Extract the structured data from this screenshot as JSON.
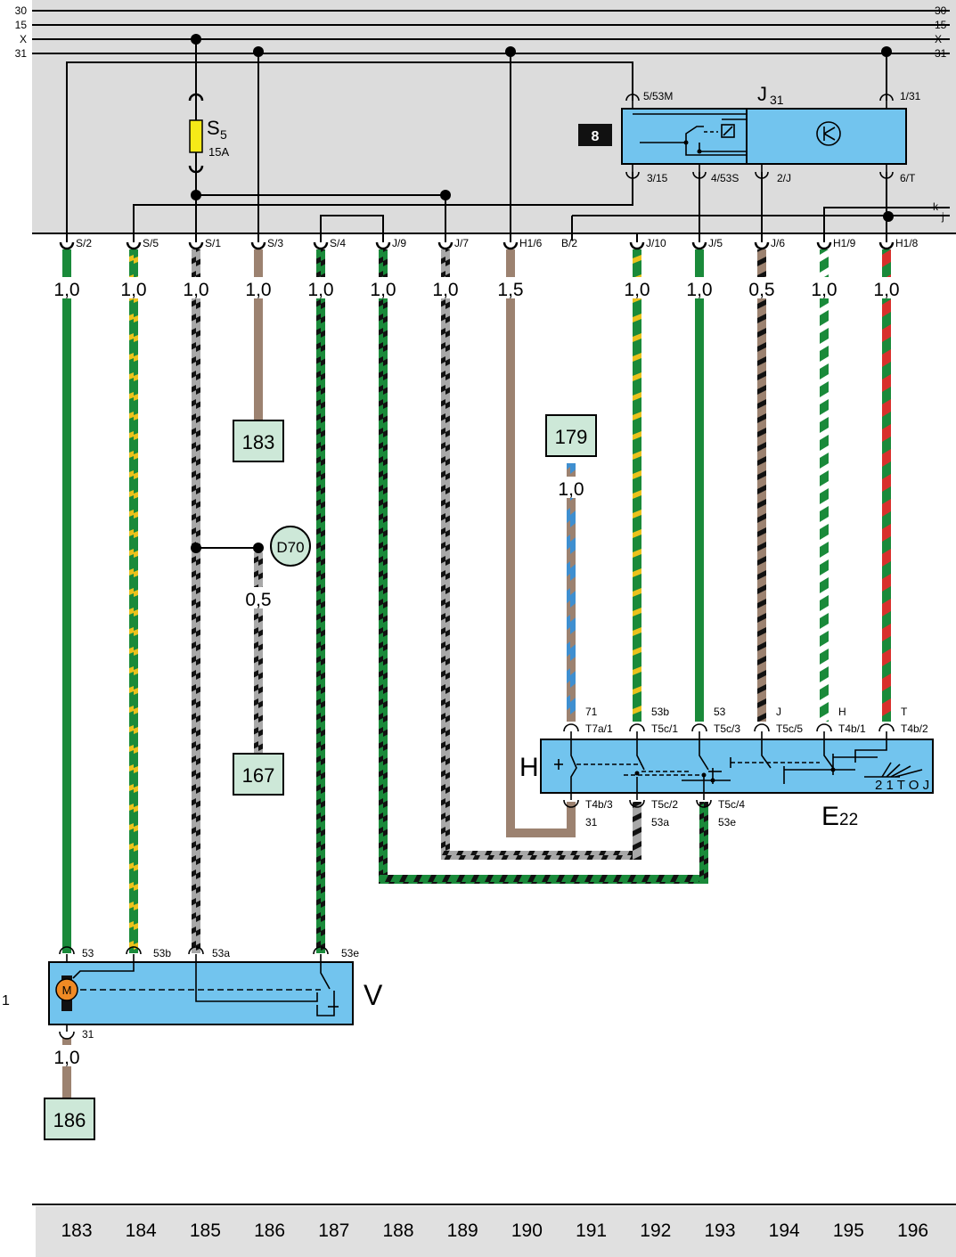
{
  "rails": [
    {
      "id": "30",
      "left": "30",
      "right": "30"
    },
    {
      "id": "15",
      "left": "15",
      "right": "15"
    },
    {
      "id": "x",
      "left": "X",
      "right": "X"
    },
    {
      "id": "31",
      "left": "31",
      "right": "31"
    }
  ],
  "top_connectors": [
    {
      "id": "s2",
      "label": "S/2"
    },
    {
      "id": "s5",
      "label": "S/5"
    },
    {
      "id": "s1",
      "label": "S/1"
    },
    {
      "id": "s3",
      "label": "S/3"
    },
    {
      "id": "s4",
      "label": "S/4"
    },
    {
      "id": "j9",
      "label": "J/9"
    },
    {
      "id": "j7",
      "label": "J/7"
    },
    {
      "id": "h1-6",
      "label": "H1/6"
    },
    {
      "id": "b2",
      "label": "B/2"
    },
    {
      "id": "j10",
      "label": "J/10"
    },
    {
      "id": "j5",
      "label": "J/5"
    },
    {
      "id": "j6",
      "label": "J/6"
    },
    {
      "id": "h1-9",
      "label": "H1/9"
    },
    {
      "id": "h1-8",
      "label": "H1/8"
    }
  ],
  "wire_gauges": [
    {
      "id": "s2",
      "value": "1,0"
    },
    {
      "id": "s5",
      "value": "1,0"
    },
    {
      "id": "s1",
      "value": "1,0"
    },
    {
      "id": "s3",
      "value": "1,0"
    },
    {
      "id": "s4",
      "value": "1,0"
    },
    {
      "id": "j9",
      "value": "1,0"
    },
    {
      "id": "j7",
      "value": "1,0"
    },
    {
      "id": "h1-6",
      "value": "1,5"
    },
    {
      "id": "j10",
      "value": "1,0"
    },
    {
      "id": "j5",
      "value": "1,0"
    },
    {
      "id": "j6",
      "value": "0,5"
    },
    {
      "id": "h1-9",
      "value": "1,0"
    },
    {
      "id": "h1-8",
      "value": "1,0"
    }
  ],
  "extra_gauges": {
    "ref179": "1,0",
    "d70": "0,5",
    "motor_ground": "1,0"
  },
  "fuse": {
    "name": "S",
    "sub": "5",
    "rating": "15A"
  },
  "relay": {
    "name": "J",
    "sub": "31",
    "badge": "8",
    "pins": {
      "p5_53m": "5/53M",
      "p1_31": "1/31",
      "p3_15": "3/15",
      "p4_53s": "4/53S",
      "p2_j": "2/J",
      "p6_t": "6/T"
    }
  },
  "branch_labels": {
    "k": "k",
    "j": "j"
  },
  "references": {
    "r183": "183",
    "r179": "179",
    "r167": "167",
    "r186": "186"
  },
  "ground_point": "D70",
  "switch": {
    "name": "E",
    "sub": "22",
    "h": "H",
    "positions": "2 1 T O J",
    "top_pins": [
      {
        "code": "71",
        "pin": "T7a/1"
      },
      {
        "code": "53b",
        "pin": "T5c/1"
      },
      {
        "code": "53",
        "pin": "T5c/3"
      },
      {
        "code": "J",
        "pin": "T5c/5"
      },
      {
        "code": "H",
        "pin": "T4b/1"
      },
      {
        "code": "T",
        "pin": "T4b/2"
      }
    ],
    "bottom_pins": [
      {
        "pin": "T4b/3",
        "code": "31"
      },
      {
        "pin": "T5c/2",
        "code": "53a"
      },
      {
        "pin": "T5c/4",
        "code": "53e"
      }
    ]
  },
  "motor": {
    "name": "V",
    "symbol": "M",
    "pins": {
      "p53": "53",
      "p53b": "53b",
      "p53a": "53a",
      "p53e": "53e",
      "p31": "31"
    }
  },
  "side_label": "1",
  "footer_columns": [
    "183",
    "184",
    "185",
    "186",
    "187",
    "188",
    "189",
    "190",
    "191",
    "192",
    "193",
    "194",
    "195",
    "196"
  ],
  "colors": {
    "panel_bg": "#dcdcdc",
    "component_blue": "#72c4ee",
    "ref_box": "#cde8d8",
    "fuse_yellow": "#f5e918",
    "motor_orange": "#f08a24",
    "footer_bg": "#e0e0e0",
    "green": "#1a8a3a",
    "brown": "#9c8270",
    "yellow": "#ebc21c",
    "grey": "#a8a8a8",
    "black": "#111111",
    "blue": "#3f8fd0",
    "white": "#ffffff",
    "red": "#d8302c"
  },
  "wire_colors": [
    {
      "id": "s2",
      "name": "green"
    },
    {
      "id": "s5",
      "name": "green/yellow"
    },
    {
      "id": "s1",
      "name": "grey/black"
    },
    {
      "id": "s3",
      "name": "brown"
    },
    {
      "id": "s4",
      "name": "green/black"
    },
    {
      "id": "j9",
      "name": "black/green"
    },
    {
      "id": "j7",
      "name": "grey/black"
    },
    {
      "id": "h1-6",
      "name": "brown"
    },
    {
      "id": "j10",
      "name": "green/yellow"
    },
    {
      "id": "j5",
      "name": "green"
    },
    {
      "id": "j6",
      "name": "brown/black"
    },
    {
      "id": "h1-9",
      "name": "green/white"
    },
    {
      "id": "h1-8",
      "name": "red/green"
    },
    {
      "id": "ref179",
      "name": "brown/blue"
    },
    {
      "id": "d70",
      "name": "grey/black"
    },
    {
      "id": "motor-ground",
      "name": "brown"
    }
  ]
}
